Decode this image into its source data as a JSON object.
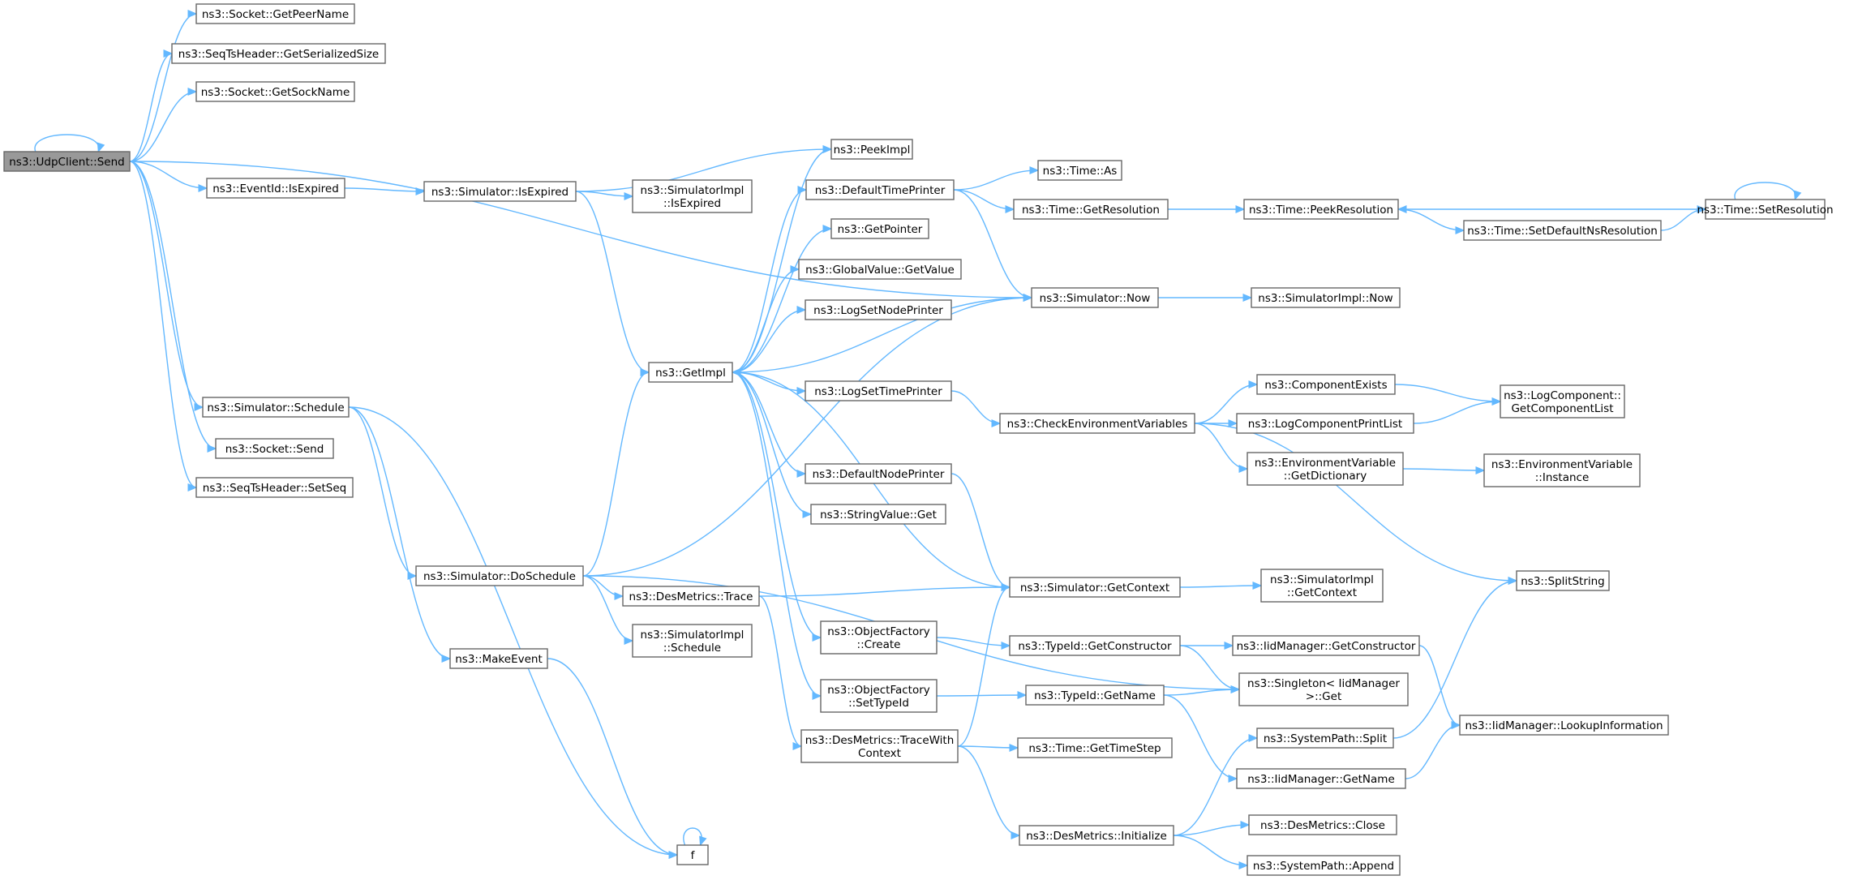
{
  "graph": {
    "root": "ns3::UdpClient::Send",
    "nodes": [
      {
        "id": "udp_send",
        "lines": [
          "ns3::UdpClient::Send"
        ]
      },
      {
        "id": "sock_peer",
        "lines": [
          "ns3::Socket::GetPeerName"
        ]
      },
      {
        "id": "seqts_size",
        "lines": [
          "ns3::SeqTsHeader::GetSerializedSize"
        ]
      },
      {
        "id": "sock_name",
        "lines": [
          "ns3::Socket::GetSockName"
        ]
      },
      {
        "id": "event_expired",
        "lines": [
          "ns3::EventId::IsExpired"
        ]
      },
      {
        "id": "sim_schedule",
        "lines": [
          "ns3::Simulator::Schedule"
        ]
      },
      {
        "id": "sock_send",
        "lines": [
          "ns3::Socket::Send"
        ]
      },
      {
        "id": "seqts_setseq",
        "lines": [
          "ns3::SeqTsHeader::SetSeq"
        ]
      },
      {
        "id": "sim_isexpired",
        "lines": [
          "ns3::Simulator::IsExpired"
        ]
      },
      {
        "id": "simimpl_isexpired",
        "lines": [
          "ns3::SimulatorImpl",
          "::IsExpired"
        ]
      },
      {
        "id": "sim_doschedule",
        "lines": [
          "ns3::Simulator::DoSchedule"
        ]
      },
      {
        "id": "make_event",
        "lines": [
          "ns3::MakeEvent"
        ]
      },
      {
        "id": "f",
        "lines": [
          "f"
        ]
      },
      {
        "id": "get_impl",
        "lines": [
          "ns3::GetImpl"
        ]
      },
      {
        "id": "des_trace",
        "lines": [
          "ns3::DesMetrics::Trace"
        ]
      },
      {
        "id": "simimpl_schedule",
        "lines": [
          "ns3::SimulatorImpl",
          "::Schedule"
        ]
      },
      {
        "id": "peek_impl",
        "lines": [
          "ns3::PeekImpl"
        ]
      },
      {
        "id": "default_time_printer",
        "lines": [
          "ns3::DefaultTimePrinter"
        ]
      },
      {
        "id": "get_pointer",
        "lines": [
          "ns3::GetPointer"
        ]
      },
      {
        "id": "gv_getvalue",
        "lines": [
          "ns3::GlobalValue::GetValue"
        ]
      },
      {
        "id": "log_set_node_printer",
        "lines": [
          "ns3::LogSetNodePrinter"
        ]
      },
      {
        "id": "log_set_time_printer",
        "lines": [
          "ns3::LogSetTimePrinter"
        ]
      },
      {
        "id": "default_node_printer",
        "lines": [
          "ns3::DefaultNodePrinter"
        ]
      },
      {
        "id": "stringvalue_get",
        "lines": [
          "ns3::StringValue::Get"
        ]
      },
      {
        "id": "objfactory_create",
        "lines": [
          "ns3::ObjectFactory",
          "::Create"
        ]
      },
      {
        "id": "objfactory_settypeid",
        "lines": [
          "ns3::ObjectFactory",
          "::SetTypeId"
        ]
      },
      {
        "id": "des_tracewithcontext",
        "lines": [
          "ns3::DesMetrics::TraceWith",
          "Context"
        ]
      },
      {
        "id": "time_as",
        "lines": [
          "ns3::Time::As"
        ]
      },
      {
        "id": "time_getresolution",
        "lines": [
          "ns3::Time::GetResolution"
        ]
      },
      {
        "id": "sim_now",
        "lines": [
          "ns3::Simulator::Now"
        ]
      },
      {
        "id": "check_env",
        "lines": [
          "ns3::CheckEnvironmentVariables"
        ]
      },
      {
        "id": "sim_getcontext",
        "lines": [
          "ns3::Simulator::GetContext"
        ]
      },
      {
        "id": "typeid_getconstructor",
        "lines": [
          "ns3::TypeId::GetConstructor"
        ]
      },
      {
        "id": "typeid_getname",
        "lines": [
          "ns3::TypeId::GetName"
        ]
      },
      {
        "id": "time_gettimestep",
        "lines": [
          "ns3::Time::GetTimeStep"
        ]
      },
      {
        "id": "des_initialize",
        "lines": [
          "ns3::DesMetrics::Initialize"
        ]
      },
      {
        "id": "time_peekresolution",
        "lines": [
          "ns3::Time::PeekResolution"
        ]
      },
      {
        "id": "simimpl_now",
        "lines": [
          "ns3::SimulatorImpl::Now"
        ]
      },
      {
        "id": "component_exists",
        "lines": [
          "ns3::ComponentExists"
        ]
      },
      {
        "id": "log_component_printlist",
        "lines": [
          "ns3::LogComponentPrintList"
        ]
      },
      {
        "id": "envvar_getdictionary",
        "lines": [
          "ns3::EnvironmentVariable",
          "::GetDictionary"
        ]
      },
      {
        "id": "simimpl_getcontext",
        "lines": [
          "ns3::SimulatorImpl",
          "::GetContext"
        ]
      },
      {
        "id": "iid_getconstructor",
        "lines": [
          "ns3::IidManager::GetConstructor"
        ]
      },
      {
        "id": "singleton_get",
        "lines": [
          "ns3::Singleton< IidManager",
          ">::Get"
        ]
      },
      {
        "id": "systempath_split",
        "lines": [
          "ns3::SystemPath::Split"
        ]
      },
      {
        "id": "iid_getname",
        "lines": [
          "ns3::IidManager::GetName"
        ]
      },
      {
        "id": "des_close",
        "lines": [
          "ns3::DesMetrics::Close"
        ]
      },
      {
        "id": "systempath_append",
        "lines": [
          "ns3::SystemPath::Append"
        ]
      },
      {
        "id": "time_setdefaultns",
        "lines": [
          "ns3::Time::SetDefaultNsResolution"
        ]
      },
      {
        "id": "time_setresolution",
        "lines": [
          "ns3::Time::SetResolution"
        ]
      },
      {
        "id": "logcomponent_getlist",
        "lines": [
          "ns3::LogComponent::",
          "GetComponentList"
        ]
      },
      {
        "id": "envvar_instance",
        "lines": [
          "ns3::EnvironmentVariable",
          "::Instance"
        ]
      },
      {
        "id": "split_string",
        "lines": [
          "ns3::SplitString"
        ]
      },
      {
        "id": "iid_lookup",
        "lines": [
          "ns3::IidManager::LookupInformation"
        ]
      }
    ],
    "edges": [
      [
        "udp_send",
        "udp_send"
      ],
      [
        "udp_send",
        "sock_peer"
      ],
      [
        "udp_send",
        "seqts_size"
      ],
      [
        "udp_send",
        "sock_name"
      ],
      [
        "udp_send",
        "event_expired"
      ],
      [
        "udp_send",
        "sim_now"
      ],
      [
        "udp_send",
        "sim_schedule"
      ],
      [
        "udp_send",
        "sock_send"
      ],
      [
        "udp_send",
        "seqts_setseq"
      ],
      [
        "event_expired",
        "sim_isexpired"
      ],
      [
        "sim_isexpired",
        "peek_impl"
      ],
      [
        "sim_isexpired",
        "simimpl_isexpired"
      ],
      [
        "sim_isexpired",
        "get_impl"
      ],
      [
        "sim_schedule",
        "sim_doschedule"
      ],
      [
        "sim_schedule",
        "make_event"
      ],
      [
        "sim_schedule",
        "f"
      ],
      [
        "sim_doschedule",
        "get_impl"
      ],
      [
        "sim_doschedule",
        "des_trace"
      ],
      [
        "sim_doschedule",
        "simimpl_schedule"
      ],
      [
        "sim_doschedule",
        "sim_now"
      ],
      [
        "sim_doschedule",
        "singleton_get"
      ],
      [
        "make_event",
        "f"
      ],
      [
        "f",
        "f"
      ],
      [
        "get_impl",
        "peek_impl"
      ],
      [
        "get_impl",
        "default_time_printer"
      ],
      [
        "get_impl",
        "get_pointer"
      ],
      [
        "get_impl",
        "gv_getvalue"
      ],
      [
        "get_impl",
        "log_set_node_printer"
      ],
      [
        "get_impl",
        "log_set_time_printer"
      ],
      [
        "get_impl",
        "default_node_printer"
      ],
      [
        "get_impl",
        "stringvalue_get"
      ],
      [
        "get_impl",
        "objfactory_create"
      ],
      [
        "get_impl",
        "objfactory_settypeid"
      ],
      [
        "des_trace",
        "sim_getcontext"
      ],
      [
        "des_trace",
        "des_tracewithcontext"
      ],
      [
        "default_time_printer",
        "time_as"
      ],
      [
        "default_time_printer",
        "time_getresolution"
      ],
      [
        "default_time_printer",
        "sim_now"
      ],
      [
        "log_set_time_printer",
        "check_env"
      ],
      [
        "default_node_printer",
        "sim_getcontext"
      ],
      [
        "objfactory_create",
        "typeid_getconstructor"
      ],
      [
        "objfactory_settypeid",
        "typeid_getname"
      ],
      [
        "des_tracewithcontext",
        "sim_getcontext"
      ],
      [
        "des_tracewithcontext",
        "time_gettimestep"
      ],
      [
        "des_tracewithcontext",
        "des_initialize"
      ],
      [
        "time_getresolution",
        "time_peekresolution"
      ],
      [
        "sim_now",
        "get_impl"
      ],
      [
        "sim_now",
        "simimpl_now"
      ],
      [
        "check_env",
        "component_exists"
      ],
      [
        "check_env",
        "log_component_printlist"
      ],
      [
        "check_env",
        "envvar_getdictionary"
      ],
      [
        "check_env",
        "split_string"
      ],
      [
        "sim_getcontext",
        "get_impl"
      ],
      [
        "sim_getcontext",
        "simimpl_getcontext"
      ],
      [
        "typeid_getconstructor",
        "iid_getconstructor"
      ],
      [
        "typeid_getconstructor",
        "singleton_get"
      ],
      [
        "typeid_getname",
        "singleton_get"
      ],
      [
        "typeid_getname",
        "iid_getname"
      ],
      [
        "des_initialize",
        "systempath_split"
      ],
      [
        "des_initialize",
        "des_close"
      ],
      [
        "des_initialize",
        "systempath_append"
      ],
      [
        "time_peekresolution",
        "time_setdefaultns"
      ],
      [
        "time_setdefaultns",
        "time_setresolution"
      ],
      [
        "time_setresolution",
        "time_setresolution"
      ],
      [
        "time_setresolution",
        "time_peekresolution"
      ],
      [
        "component_exists",
        "logcomponent_getlist"
      ],
      [
        "log_component_printlist",
        "logcomponent_getlist"
      ],
      [
        "envvar_getdictionary",
        "envvar_instance"
      ],
      [
        "iid_getconstructor",
        "iid_lookup"
      ],
      [
        "systempath_split",
        "split_string"
      ],
      [
        "iid_getname",
        "iid_lookup"
      ]
    ]
  },
  "colors": {
    "edge": "#63b8ff",
    "node_border": "#666666",
    "root_fill": "#999999",
    "node_fill": "#ffffff"
  }
}
